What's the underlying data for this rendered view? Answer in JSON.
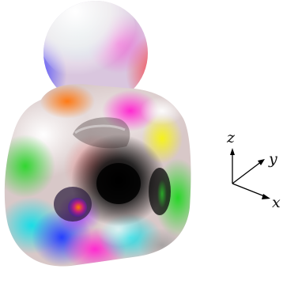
{
  "axes": {
    "x_label": "x",
    "y_label": "y",
    "z_label": "z",
    "color": "#000000"
  },
  "surface_palette": {
    "dark_core": "#000000",
    "highlight": "#ffffff",
    "magenta": "#ff33cc",
    "red": "#ff2222",
    "orange": "#ff8a1a",
    "yellow": "#f4f01a",
    "green": "#2fd12f",
    "cyan": "#20d8e6",
    "blue": "#2a4dff",
    "violet": "#8a2be2"
  }
}
